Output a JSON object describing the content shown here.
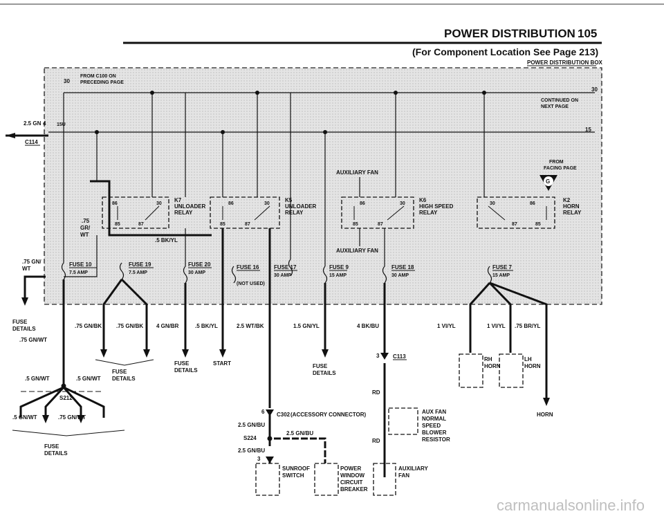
{
  "header": {
    "title": "POWER DISTRIBUTION",
    "page_number": "105",
    "subtitle": "(For Component Location See Page 213)"
  },
  "box_label": "POWER DISTRIBUTION BOX",
  "inputs": {
    "from_c100": "FROM C100 ON",
    "preceding_page": "PRECEDING PAGE",
    "pin30_left": "30",
    "pin30_right": "30",
    "continued_on": "CONTINUED ON",
    "next_page": "NEXT PAGE",
    "wire_25gn": "2.5 GN",
    "pin4": "4",
    "pin15u": "15U",
    "pin15_right": "15",
    "c114": "C114",
    "from_facing": "FROM",
    "facing_page": "FACING PAGE",
    "g_marker": "G"
  },
  "relays": [
    {
      "pin_a": "86",
      "pin_b": "30",
      "pin_c": "85",
      "pin_d": "87",
      "code": "K7",
      "line1": "UNLOADER",
      "line2": "RELAY"
    },
    {
      "pin_a": "86",
      "pin_b": "30",
      "pin_c": "85",
      "pin_d": "87",
      "code": "K5",
      "line1": "UNLOADER",
      "line2": "RELAY"
    },
    {
      "pin_a": "86",
      "pin_b": "30",
      "pin_c": "85",
      "pin_d": "87",
      "code": "K6",
      "line1": "HIGH SPEED",
      "line2": "RELAY"
    },
    {
      "pin_a": "30",
      "pin_b": "86",
      "pin_c": "87",
      "pin_d": "85",
      "code": "K2",
      "line1": "HORN",
      "line2": "RELAY"
    }
  ],
  "aux_fan_top": "AUXILIARY FAN",
  "aux_fan_mid": "AUXILIARY FAN",
  "wire_75grwt": [
    ".75",
    "GR/",
    "WT"
  ],
  "wire_5bkyl_box": ".5 BK/YL",
  "wire_75gnwt_left": [
    ".75 GN/",
    "WT"
  ],
  "fuses": [
    {
      "name": "FUSE 10",
      "amp": "7.5 AMP"
    },
    {
      "name": "FUSE 19",
      "amp": "7.5 AMP"
    },
    {
      "name": "FUSE 20",
      "amp": "30 AMP"
    },
    {
      "name": "FUSE 16",
      "amp": ""
    },
    {
      "name": "FUSE 17",
      "amp": "30 AMP"
    },
    {
      "name": "FUSE 9",
      "amp": "15 AMP"
    },
    {
      "name": "FUSE 18",
      "amp": "30 AMP"
    },
    {
      "name": "FUSE 7",
      "amp": "15 AMP"
    }
  ],
  "not_used": "(NOT USED)",
  "wires": {
    "w1": ".75 GN/BK",
    "w2": ".75 GN/BK",
    "w3": "4 GN/BR",
    "w4": ".5 BK/YL",
    "w5": "2.5 WT/BK",
    "w6": "1.5 GN/YL",
    "w7": "4 BK/BU",
    "w8": "1 VI/YL",
    "w9": "1 VI/YL",
    "w10": ".75 BR/YL",
    "w11": ".75 GN/WT",
    "w12": ".5 GN/WT",
    "w13": ".5 GN/WT",
    "w14": ".5 GN/WT",
    "w15": ".75 GN/WT",
    "w16": "2.5 GN/BU",
    "w17": "2.5 GN/BU",
    "w18": "2.5 GN/BU",
    "rd1": "RD",
    "rd2": "RD"
  },
  "labels": {
    "fuse_details_1": [
      "FUSE",
      "DETAILS"
    ],
    "fuse_details_2": [
      "FUSE",
      "DETAILS"
    ],
    "fuse_details_3": [
      "FUSE",
      "DETAILS"
    ],
    "fuse_details_4": [
      "FUSE",
      "DETAILS"
    ],
    "fuse_details_5": [
      "FUSE",
      "DETAILS"
    ],
    "start": "START",
    "horn": "HORN",
    "s212": "S212",
    "s224": "S224",
    "c302": "C302",
    "c302_desc": "(ACCESSORY CONNECTOR)",
    "c113": "C113",
    "pin3a": "3",
    "pin3b": "3",
    "pin6": "6",
    "rh": "RH",
    "rh_horn": "HORN",
    "lh": "LH",
    "lh_horn": "HORN"
  },
  "components": {
    "sunroof": [
      "SUNROOF",
      "SWITCH"
    ],
    "power_window": [
      "POWER",
      "WINDOW",
      "CIRCUIT",
      "BREAKER"
    ],
    "aux_fan_comp": [
      "AUXILIARY",
      "FAN"
    ],
    "aux_fan_res": [
      "AUX FAN",
      "NORMAL",
      "SPEED",
      "BLOWER",
      "RESISTOR"
    ]
  },
  "watermark": "carmanualsonline.info"
}
